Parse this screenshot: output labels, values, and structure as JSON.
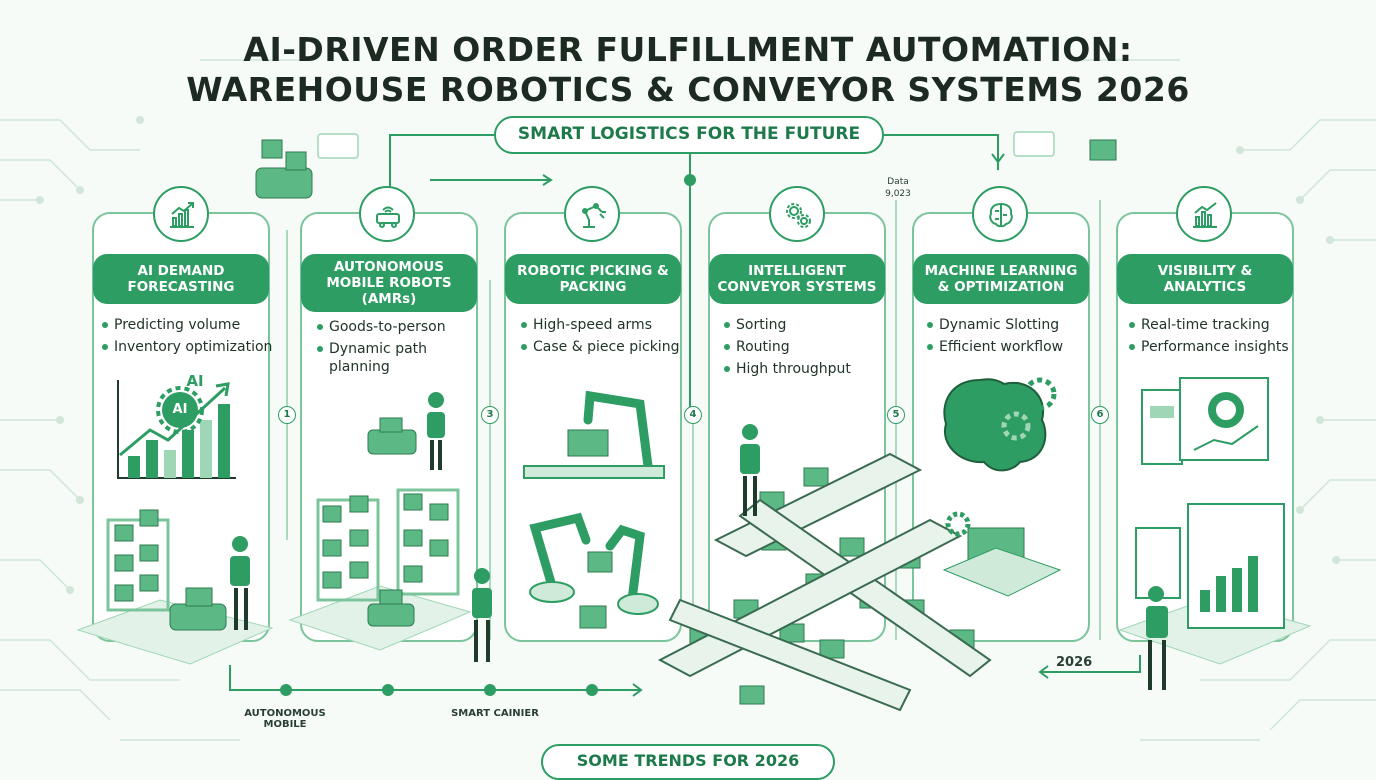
{
  "title": {
    "line1": "AI-DRIVEN ORDER FULFILLMENT AUTOMATION:",
    "line2": "WAREHOUSE ROBOTICS & CONVEYOR SYSTEMS 2026"
  },
  "subtitle": "SMART LOGISTICS FOR THE FUTURE",
  "footer": "SOME TRENDS FOR 2026",
  "colors": {
    "accent": "#2e9d63",
    "light": "#cfead9",
    "dark": "#1e7a4a"
  },
  "cards": [
    {
      "icon": "growth-chart-icon",
      "title": "AI DEMAND FORECASTING",
      "bullets": [
        "Predicting volume",
        "Inventory optimization"
      ],
      "illustration_text": [
        "AI",
        "AI"
      ]
    },
    {
      "icon": "robot-vehicle-icon",
      "title": "AUTONOMOUS MOBILE ROBOTS (AMRs)",
      "bullets": [
        "Goods-to-person",
        "Dynamic path planning"
      ]
    },
    {
      "icon": "robotic-arm-icon",
      "title": "ROBOTIC PICKING & PACKING",
      "bullets": [
        "High-speed arms",
        "Case & piece picking"
      ]
    },
    {
      "icon": "gears-icon",
      "title": "INTELLIGENT CONVEYOR SYSTEMS",
      "bullets": [
        "Sorting",
        "Routing",
        "High throughput"
      ]
    },
    {
      "icon": "brain-icon",
      "title": "MACHINE LEARNING & OPTIMIZATION",
      "bullets": [
        "Dynamic Slotting",
        "Efficient workflow"
      ]
    },
    {
      "icon": "analytics-chart-icon",
      "title": "VISIBILITY & ANALYTICS",
      "bullets": [
        "Real-time tracking",
        "Performance insights"
      ]
    }
  ],
  "steps": [
    "1",
    "3",
    "4",
    "5",
    "6"
  ],
  "labels": {
    "autonomous_mobile": [
      "AUTONOMOUS",
      "MOBILE"
    ],
    "smart_carrier": "SMART CAINIER",
    "year": "2026",
    "data": [
      "Data",
      "9,023"
    ]
  }
}
